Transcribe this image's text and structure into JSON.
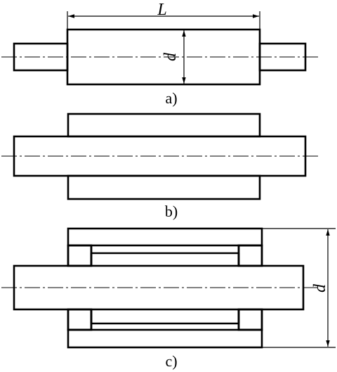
{
  "panel_a": {
    "caption": "a)",
    "length_label": "L",
    "diameter_label": "d"
  },
  "panel_b": {
    "caption": "b)"
  },
  "panel_c": {
    "caption": "c)",
    "diameter_label": "d"
  }
}
